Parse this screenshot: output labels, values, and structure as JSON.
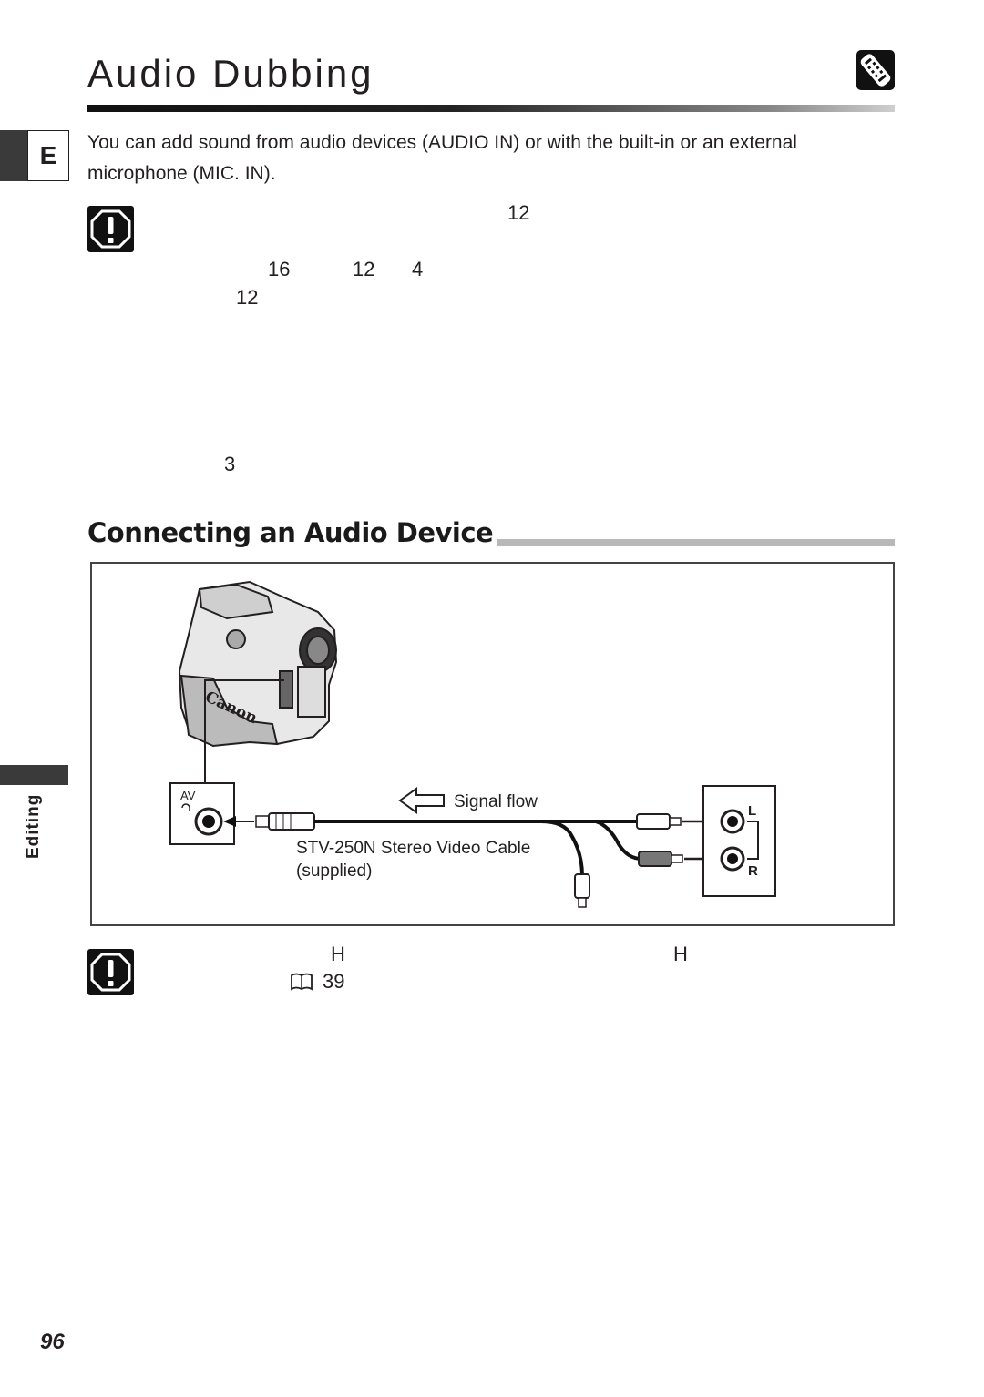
{
  "page": {
    "title": "Audio Dubbing",
    "section_tab": "E",
    "intro": "You can add sound from audio devices (AUDIO IN) or with the built-in or an external microphone (MIC. IN).",
    "caution_numbers": {
      "n1": "12",
      "n2": "16",
      "n3": "12",
      "n4": "4",
      "n5": "12",
      "n6": "3"
    },
    "section_heading": "Connecting an Audio Device",
    "diagram": {
      "jack_label": "AV",
      "signal_flow": "Signal flow",
      "cable_name": "STV-250N Stereo Video Cable",
      "cable_note": "(supplied)",
      "left_label": "L",
      "right_label": "R"
    },
    "note2": {
      "h1": "H",
      "h2": "H",
      "page_ref": "39"
    },
    "side_label": "Editing",
    "page_number": "96"
  }
}
